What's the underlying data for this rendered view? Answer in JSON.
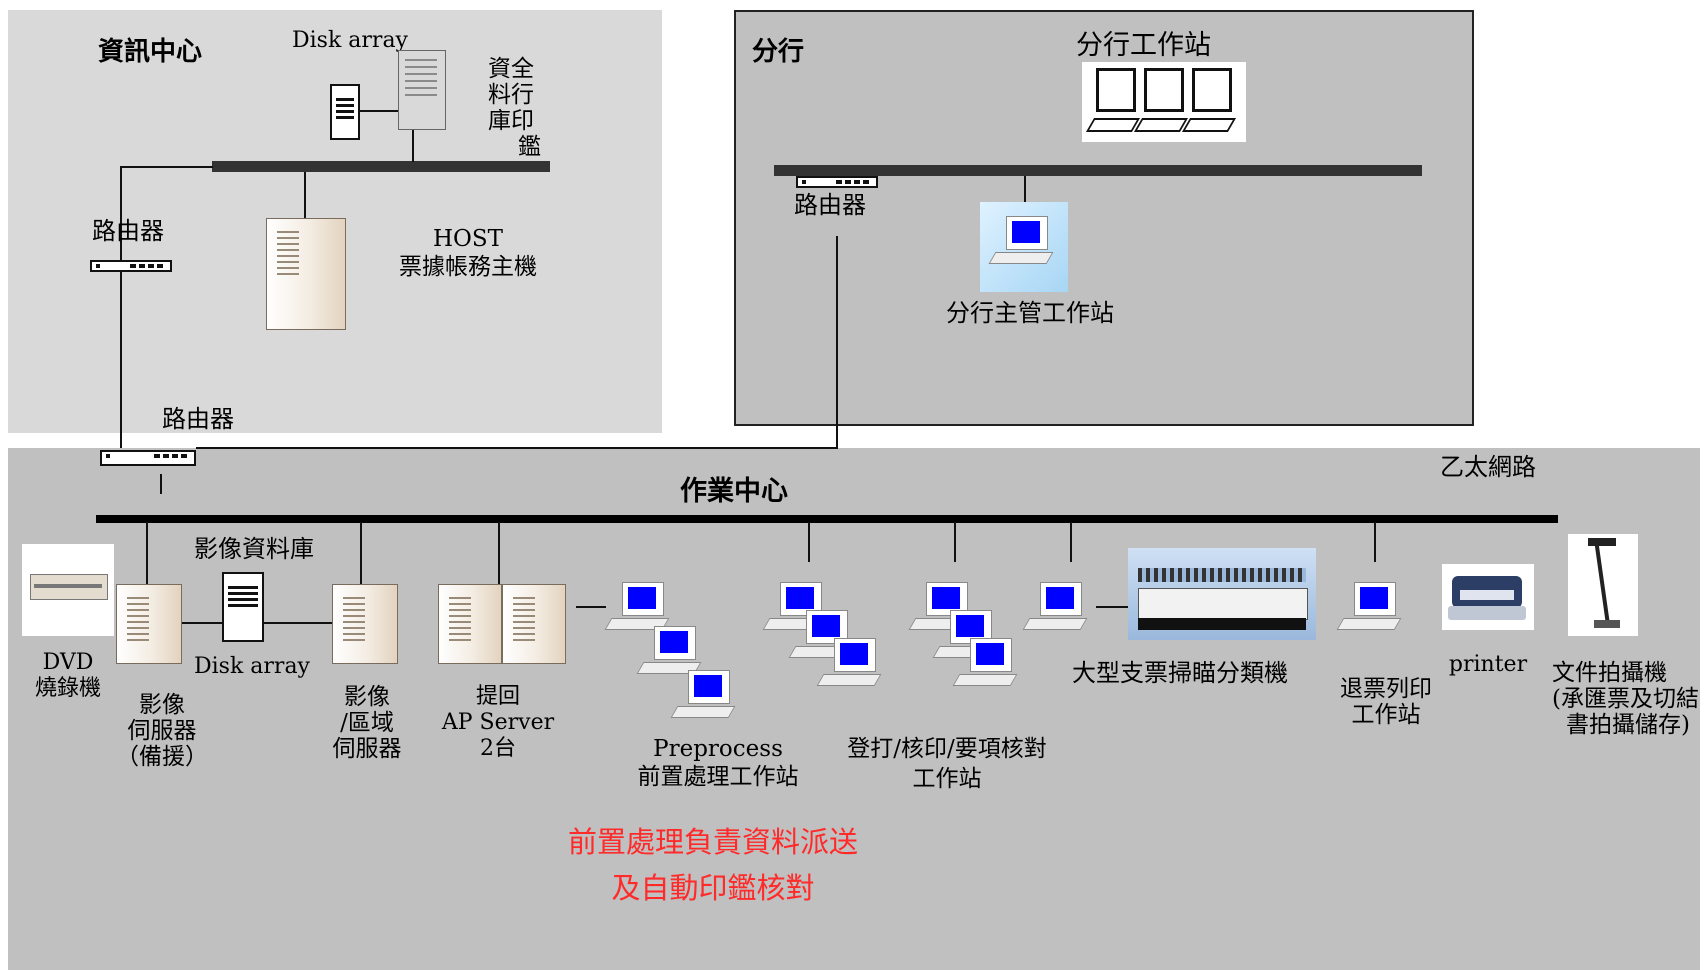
{
  "info_center": {
    "title": "資訊中心",
    "disk_array_label": "Disk array",
    "seal_db_label": [
      "資全",
      "料行",
      "庫印",
      "鑑"
    ],
    "router_label": "路由器",
    "host_label": [
      "HOST",
      "票據帳務主機"
    ]
  },
  "branch": {
    "title": "分行",
    "workstations_label": "分行工作站",
    "router_label": "路由器",
    "supervisor_label": "分行主管工作站"
  },
  "link_router_label": "路由器",
  "ops_center": {
    "title": "作業中心",
    "ethernet_label": "乙太網路",
    "dvd_label": [
      "DVD",
      "燒錄機"
    ],
    "image_db_label": "影像資料庫",
    "disk_array_label": "Disk array",
    "image_server_label": [
      "影像",
      "伺服器",
      "（備援）"
    ],
    "regional_server_label": [
      "影像",
      "/區域",
      "伺服器"
    ],
    "ap_server_label": [
      "提回",
      "AP Server",
      "2台"
    ],
    "preprocess_label": [
      "Preprocess",
      "前置處理工作站"
    ],
    "verify_label": [
      "登打/核印/要項核對",
      "工作站"
    ],
    "scanner_label": "大型支票掃瞄分類機",
    "return_print_label": [
      "退票列印",
      "工作站"
    ],
    "printer_label": "printer",
    "camera_label": [
      "文件拍攝機",
      "(承匯票及切結",
      "書拍攝儲存)"
    ],
    "note_lines": [
      "前置處理負責資料派送",
      "及自動印鑑核對"
    ]
  },
  "colors": {
    "panel_light": "#d9d9d9",
    "panel_mid": "#c0c0c0",
    "bus": "#333333",
    "note_red": "#ff2a2a",
    "screen_blue": "#0000ff"
  },
  "icons": [
    "server-icon",
    "disk-array-icon",
    "router-icon",
    "workstation-icon",
    "printer-icon",
    "scanner-icon",
    "dvd-burner-icon",
    "document-camera-icon"
  ]
}
